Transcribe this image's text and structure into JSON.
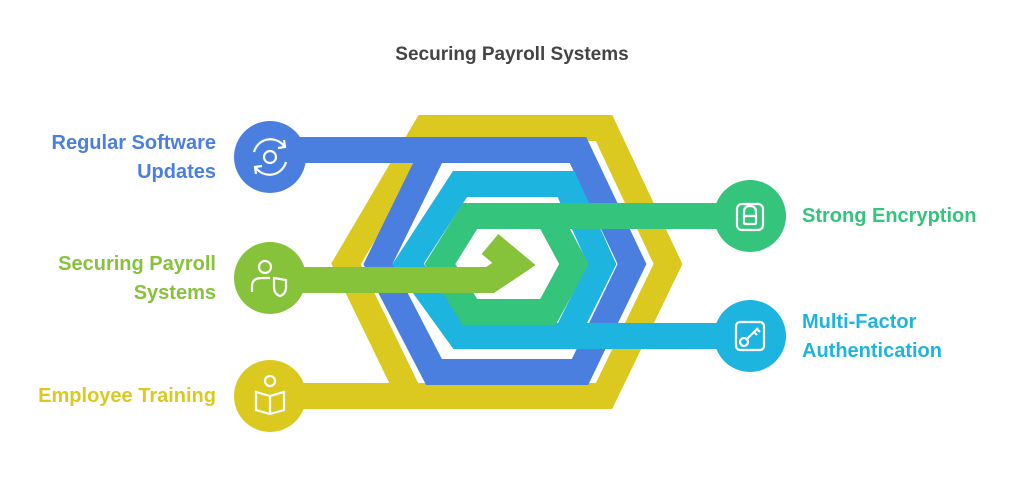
{
  "title": "Securing Payroll Systems",
  "colors": {
    "blue": "#4a7fe0",
    "yellow": "#dcc920",
    "lightblue": "#1eb4e0",
    "green": "#34c47c",
    "lime": "#86c23a",
    "title": "#444444"
  },
  "items": {
    "updates": {
      "label": "Regular Software Updates",
      "icon": "gear-refresh-icon"
    },
    "securing": {
      "label": "Securing Payroll Systems",
      "icon": "user-shield-icon"
    },
    "training": {
      "label": "Employee Training",
      "icon": "reading-person-icon"
    },
    "encryption": {
      "label": "Strong Encryption",
      "icon": "lock-icon"
    },
    "mfa": {
      "label": "Multi-Factor Authentication",
      "icon": "key-icon"
    }
  }
}
